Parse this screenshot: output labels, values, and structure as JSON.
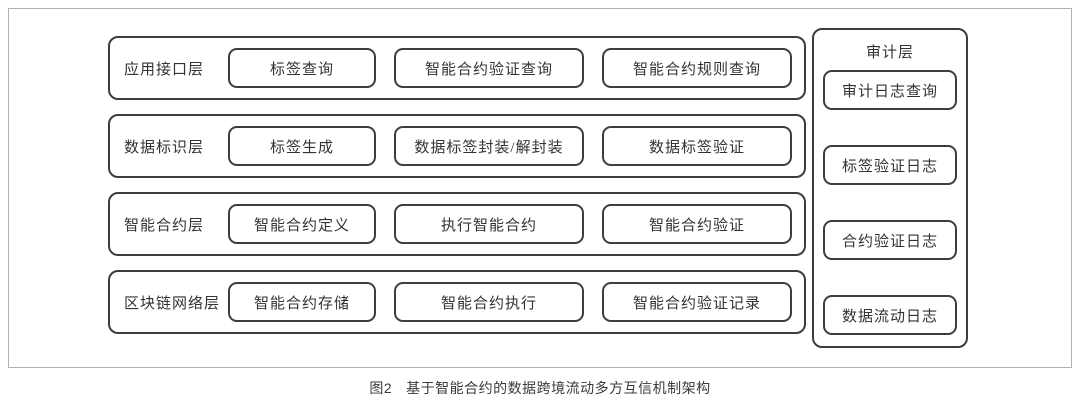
{
  "figure": {
    "caption_number": "图2",
    "caption_text": "基于智能合约的数据跨境流动多方互信机制架构",
    "border_color": "#b3b3b3",
    "box_border_color": "#3d3d3d",
    "text_color": "#333333",
    "background_color": "#ffffff"
  },
  "layers": [
    {
      "title": "应用接口层",
      "nodes": [
        "标签查询",
        "智能合约验证查询",
        "智能合约规则查询"
      ]
    },
    {
      "title": "数据标识层",
      "nodes": [
        "标签生成",
        "数据标签封装/解封装",
        "数据标签验证"
      ]
    },
    {
      "title": "智能合约层",
      "nodes": [
        "智能合约定义",
        "执行智能合约",
        "智能合约验证"
      ]
    },
    {
      "title": "区块链网络层",
      "nodes": [
        "智能合约存储",
        "智能合约执行",
        "智能合约验证记录"
      ]
    }
  ],
  "audit_panel": {
    "title": "审计层",
    "items": [
      "审计日志查询",
      "标签验证日志",
      "合约验证日志",
      "数据流动日志"
    ]
  }
}
